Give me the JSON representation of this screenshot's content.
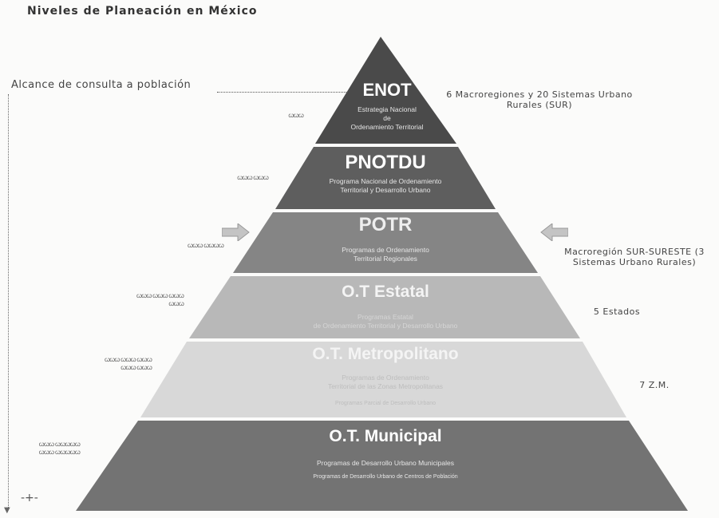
{
  "title": "Niveles de Planeación en México",
  "scope_label": "Alcance de consulta a población",
  "levels": [
    {
      "name": "ENOT",
      "sub1": "Estrategia Nacional",
      "sub2": "de",
      "sub3": "Ordenamiento Territorial",
      "color": "#4a4a4a"
    },
    {
      "name": "PNOTDU",
      "sub1": "Programa Nacional de Ordenamiento",
      "sub2": "Territorial y Desarrollo Urbano",
      "color": "#5e5e5e"
    },
    {
      "name": "POTR",
      "sub1": "Programas de Ordenamiento",
      "sub2": "Territorial Regionales",
      "color": "#858585"
    },
    {
      "name": "O.T Estatal",
      "sub1": "Programas Estatal",
      "sub2": "de Ordenamiento Territorial y Desarrollo Urbano",
      "color": "#b8b8b8"
    },
    {
      "name": "O.T. Metropolitano",
      "sub1": "Programas de Ordenamiento",
      "sub2": "Territorial de las Zonas Metropolitanas",
      "sub3": "Programas Parcial de Desarrollo Urbano",
      "color": "#d8d8d8"
    },
    {
      "name": "O.T. Municipal",
      "sub1": "Programas de Desarrollo Urbano Municipales",
      "sub2": "Programas de Desarrollo Urbano de Centros de Población",
      "color": "#737373"
    }
  ],
  "right_labels": {
    "enot": "6 Macroregiones y 20 Sistemas Urbano Rurales (SUR)",
    "potr": "Macroregión SUR-SURESTE (3 Sistemas Urbano Rurales)",
    "estatal": "5 Estados",
    "metro": "7 Z.M."
  },
  "people": {
    "p1": "ꞷꞷꞷ",
    "p2": "ꞷꞷꞷ ꞷꞷꞷ",
    "p3": "ꞷꞷꞷ ꞷꞷꞷꞷ",
    "p4a": "ꞷꞷꞷ ꞷꞷꞷ ꞷꞷꞷ",
    "p4b": "ꞷꞷꞷ",
    "p5a": "ꞷꞷꞷ ꞷꞷꞷ ꞷꞷꞷ",
    "p5b": "ꞷꞷꞷ ꞷꞷꞷ",
    "p6a": "ꞷꞷꞷ ꞷꞷꞷꞷꞷ",
    "p6b": "ꞷꞷꞷ ꞷꞷꞷꞷꞷ"
  }
}
